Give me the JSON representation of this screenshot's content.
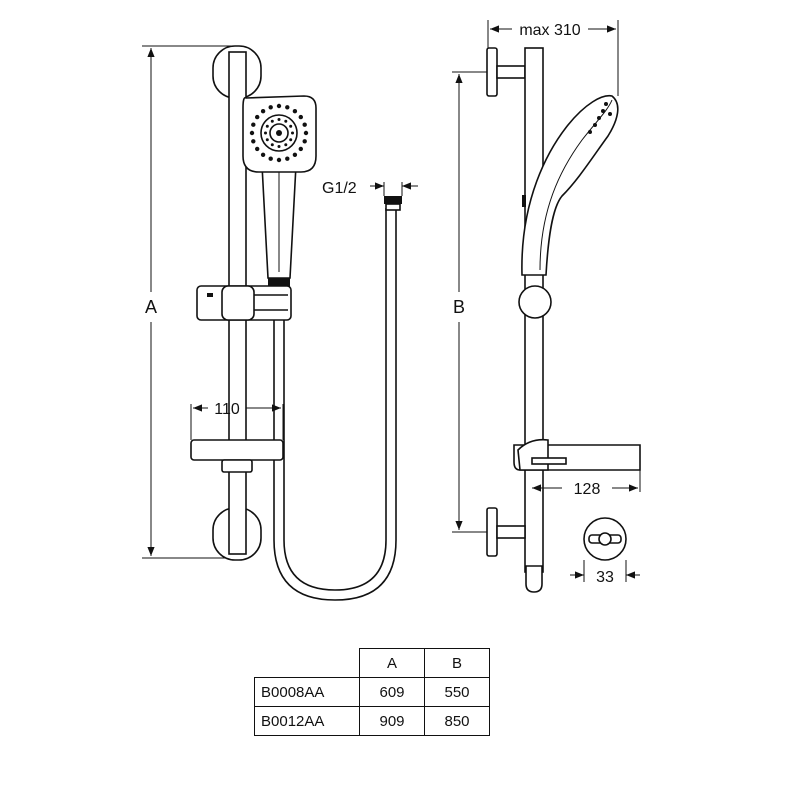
{
  "labels": {
    "height_total": "A",
    "bar_center_distance": "B",
    "hose_connection": "G1/2",
    "max_projection": "max 310",
    "shelf_width": "110",
    "shelf_depth": "128",
    "bracket_diameter": "33"
  },
  "table": {
    "columns": [
      "A",
      "B"
    ],
    "rows": [
      {
        "model": "B0008AA",
        "A": "609",
        "B": "550"
      },
      {
        "model": "B0012AA",
        "A": "909",
        "B": "850"
      }
    ]
  }
}
